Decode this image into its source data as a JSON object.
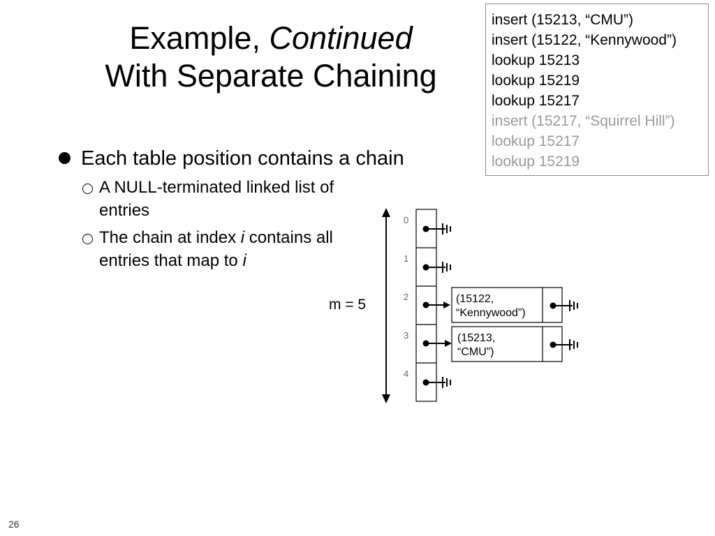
{
  "title": {
    "line1_prefix": "Example, ",
    "line1_italic": "Continued",
    "line2": "With Separate Chaining"
  },
  "operations": [
    {
      "text": "insert (15213, “CMU”)",
      "dim": false
    },
    {
      "text": "insert (15122, “Kennywood”)",
      "dim": false
    },
    {
      "text": "lookup 15213",
      "dim": false
    },
    {
      "text": "lookup 15219",
      "dim": false
    },
    {
      "text": "lookup 15217",
      "dim": false
    },
    {
      "text": "insert (15217, “Squirrel Hill”)",
      "dim": true
    },
    {
      "text": "lookup 15217",
      "dim": true
    },
    {
      "text": "lookup 15219",
      "dim": true
    }
  ],
  "bullets": {
    "main": "Each table position contains a chain",
    "sub1": "A NULL-terminated linked list of entries",
    "sub2_a": "The chain at index ",
    "sub2_i": "i",
    "sub2_b": " contains all entries that map to ",
    "sub2_i2": "i"
  },
  "table": {
    "size_label": "m  = 5",
    "indices": [
      "0",
      "1",
      "2",
      "3",
      "4"
    ]
  },
  "entries": [
    {
      "slot": 2,
      "line1": "(15122,",
      "line2": "“Kennywood”)"
    },
    {
      "slot": 3,
      "line1": "(15213,",
      "line2": "“CMU”)"
    }
  ],
  "slide_number": "26"
}
